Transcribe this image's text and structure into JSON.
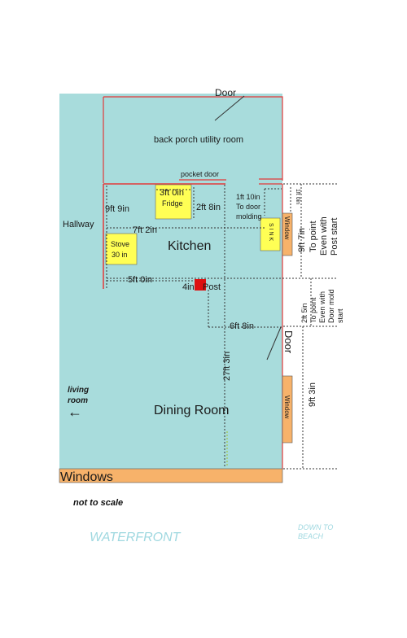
{
  "labels": {
    "door_top": "Door",
    "back_porch": "back porch utility room",
    "pocket_door": "pocket door",
    "fridge_dim": "3ft 0in",
    "fridge": "Fridge",
    "fridge_depth": "2ft 8in",
    "hallway": "Hallway",
    "left_dim": "9ft 9in",
    "width_dim": "7ft 2in",
    "stove": "Stove",
    "stove_size": "30 in",
    "kitchen": "Kitchen",
    "sink": "S I N K",
    "door_molding_1": "1ft 10in",
    "door_molding_2": "To door",
    "door_molding_3": "molding",
    "small_dim": "1ft 0in",
    "window_upper": "Window",
    "right_dim_1": "9ft 7in",
    "right_dim_2": "To point",
    "right_dim_3": "Even with",
    "right_dim_4": "Post start",
    "post_dim": "5ft 0in",
    "post_size": "4in",
    "post": "Post",
    "small_right_1": "2ft 5in",
    "small_right_2": "To point",
    "small_right_3": "Even with",
    "small_right_4": "Door mold",
    "small_right_5": "start",
    "post_to_wall": "6ft 8in",
    "door_right": "Door",
    "vert_dim": "27ft 3in",
    "lower_right_dim": "9ft 3in",
    "window_lower": "Window",
    "living_1": "living",
    "living_2": "room",
    "arrow": "←",
    "dining": "Dining Room",
    "windows": "Windows",
    "not_to_scale": "not to scale",
    "waterfront": "WATERFRONT",
    "down_1": "DOWN TO",
    "down_2": "BEACH"
  },
  "colors": {
    "room": "#a8dcdc",
    "wall": "#e23a3a",
    "appliance": "#ffff55",
    "window": "#f7b26a",
    "post": "#dd1111",
    "accent_text": "#9fd8e0"
  }
}
